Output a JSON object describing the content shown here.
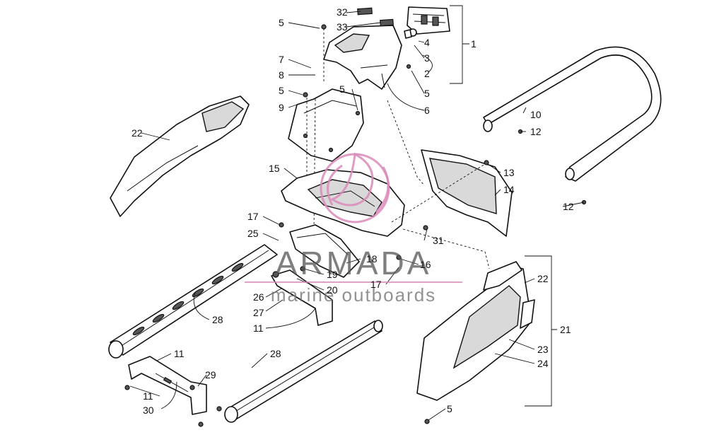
{
  "watermark": {
    "brand": "ARMADA",
    "tagline": "marine outboards",
    "logo_color": "#d98ab8"
  },
  "callouts": [
    "1",
    "2",
    "3",
    "4",
    "5",
    "6",
    "7",
    "8",
    "9",
    "10",
    "11",
    "12",
    "13",
    "14",
    "15",
    "16",
    "17",
    "18",
    "19",
    "20",
    "21",
    "22",
    "23",
    "24",
    "25",
    "26",
    "27",
    "28",
    "29",
    "30",
    "31",
    "32",
    "33"
  ]
}
